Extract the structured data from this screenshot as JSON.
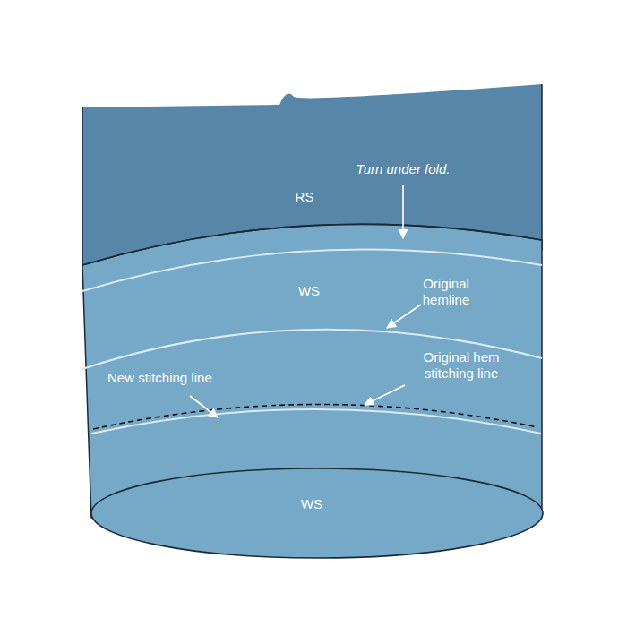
{
  "diagram": {
    "labels": [
      "Turn under fold.",
      "RS",
      "WS",
      "Original hemline",
      "New stitching line",
      "Original hem stitching line",
      "WS"
    ]
  }
}
